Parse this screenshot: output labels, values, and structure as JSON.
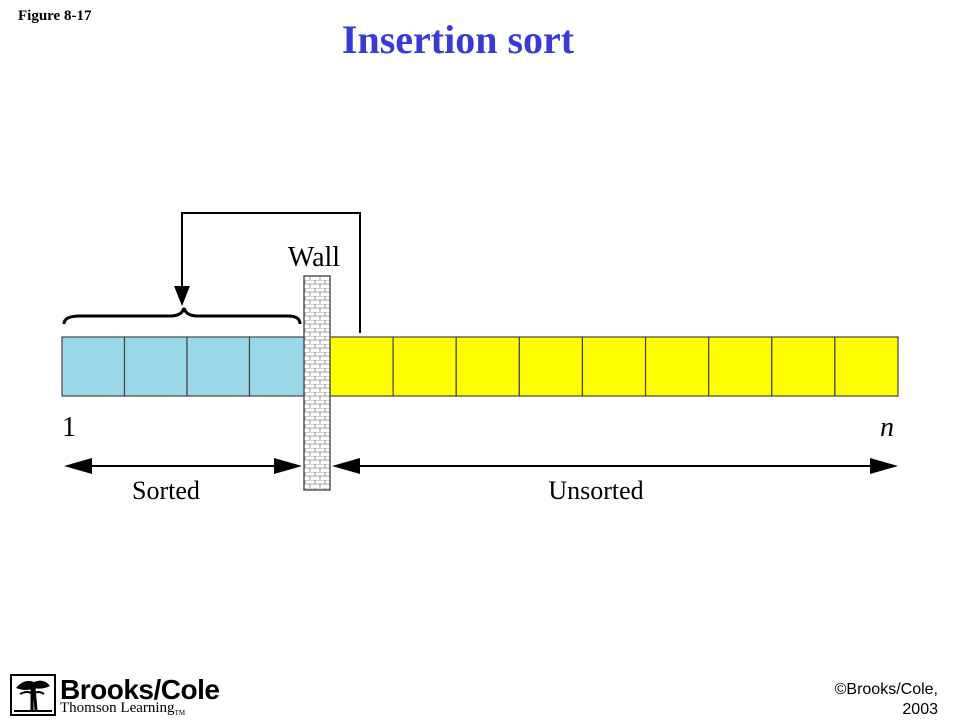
{
  "figure_label": "Figure 8-17",
  "title": "Insertion sort",
  "diagram": {
    "wall_label": "Wall",
    "start_index_label": "1",
    "end_index_label": "n",
    "sorted_label": "Sorted",
    "unsorted_label": "Unsorted",
    "sorted_cell_count": 4,
    "unsorted_cell_count": 9,
    "colors": {
      "sorted_fill": "#9ad7e8",
      "unsorted_fill": "#ffff00",
      "title": "#3a3ad6"
    }
  },
  "footer": {
    "publisher_name": "Brooks/Cole",
    "publisher_sub": "Thomson Learning",
    "publisher_tm": "TM",
    "copyright_line1": "©Brooks/Cole,",
    "copyright_line2": "2003"
  }
}
